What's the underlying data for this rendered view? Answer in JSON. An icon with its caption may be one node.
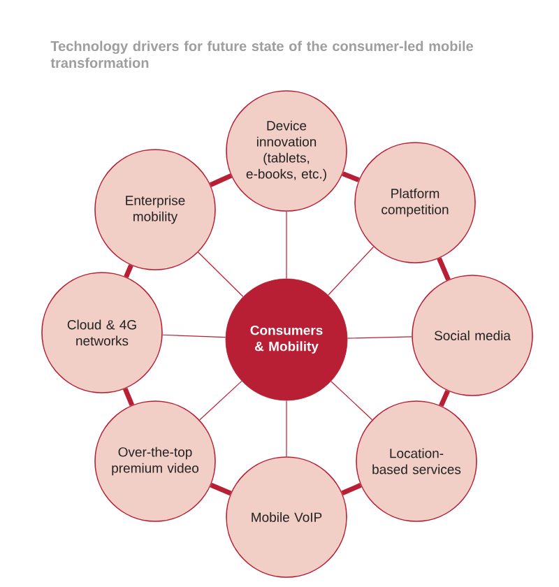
{
  "diagram": {
    "title": "Technology drivers for future state of the consumer-led mobile transformation",
    "nodes": [
      {
        "text": [
          "Consumers & Mobility"
        ]
      },
      {
        "text": [
          "Device innovation (tablets, e-books, etc.)"
        ]
      },
      {
        "text": [
          "Platform competition"
        ]
      },
      {
        "text": [
          "Social media"
        ]
      },
      {
        "text": [
          "Location-based services"
        ]
      },
      {
        "text": [
          "Mobile VoIP"
        ]
      },
      {
        "text": [
          "Over-the-top premium video"
        ]
      },
      {
        "text": [
          "Cloud & 4G networks"
        ]
      },
      {
        "text": [
          "Enterprise mobility"
        ]
      }
    ],
    "edges": [
      {
        "from": 0,
        "to": 1,
        "arrow": "none"
      },
      {
        "from": 0,
        "to": 2,
        "arrow": "none"
      },
      {
        "from": 0,
        "to": 3,
        "arrow": "none"
      },
      {
        "from": 0,
        "to": 4,
        "arrow": "none"
      },
      {
        "from": 0,
        "to": 5,
        "arrow": "none"
      },
      {
        "from": 0,
        "to": 6,
        "arrow": "none"
      },
      {
        "from": 0,
        "to": 7,
        "arrow": "none"
      },
      {
        "from": 0,
        "to": 8,
        "arrow": "none"
      },
      {
        "from": 1,
        "to": 2,
        "arrow": "none",
        "style": "thick"
      },
      {
        "from": 2,
        "to": 3,
        "arrow": "none",
        "style": "thick"
      },
      {
        "from": 3,
        "to": 4,
        "arrow": "none",
        "style": "thick"
      },
      {
        "from": 4,
        "to": 5,
        "arrow": "none",
        "style": "thick"
      },
      {
        "from": 5,
        "to": 6,
        "arrow": "none",
        "style": "thick"
      },
      {
        "from": 6,
        "to": 7,
        "arrow": "none",
        "style": "thick"
      },
      {
        "from": 7,
        "to": 8,
        "arrow": "none",
        "style": "thick"
      },
      {
        "from": 8,
        "to": 1,
        "arrow": "none",
        "style": "thick"
      }
    ]
  }
}
